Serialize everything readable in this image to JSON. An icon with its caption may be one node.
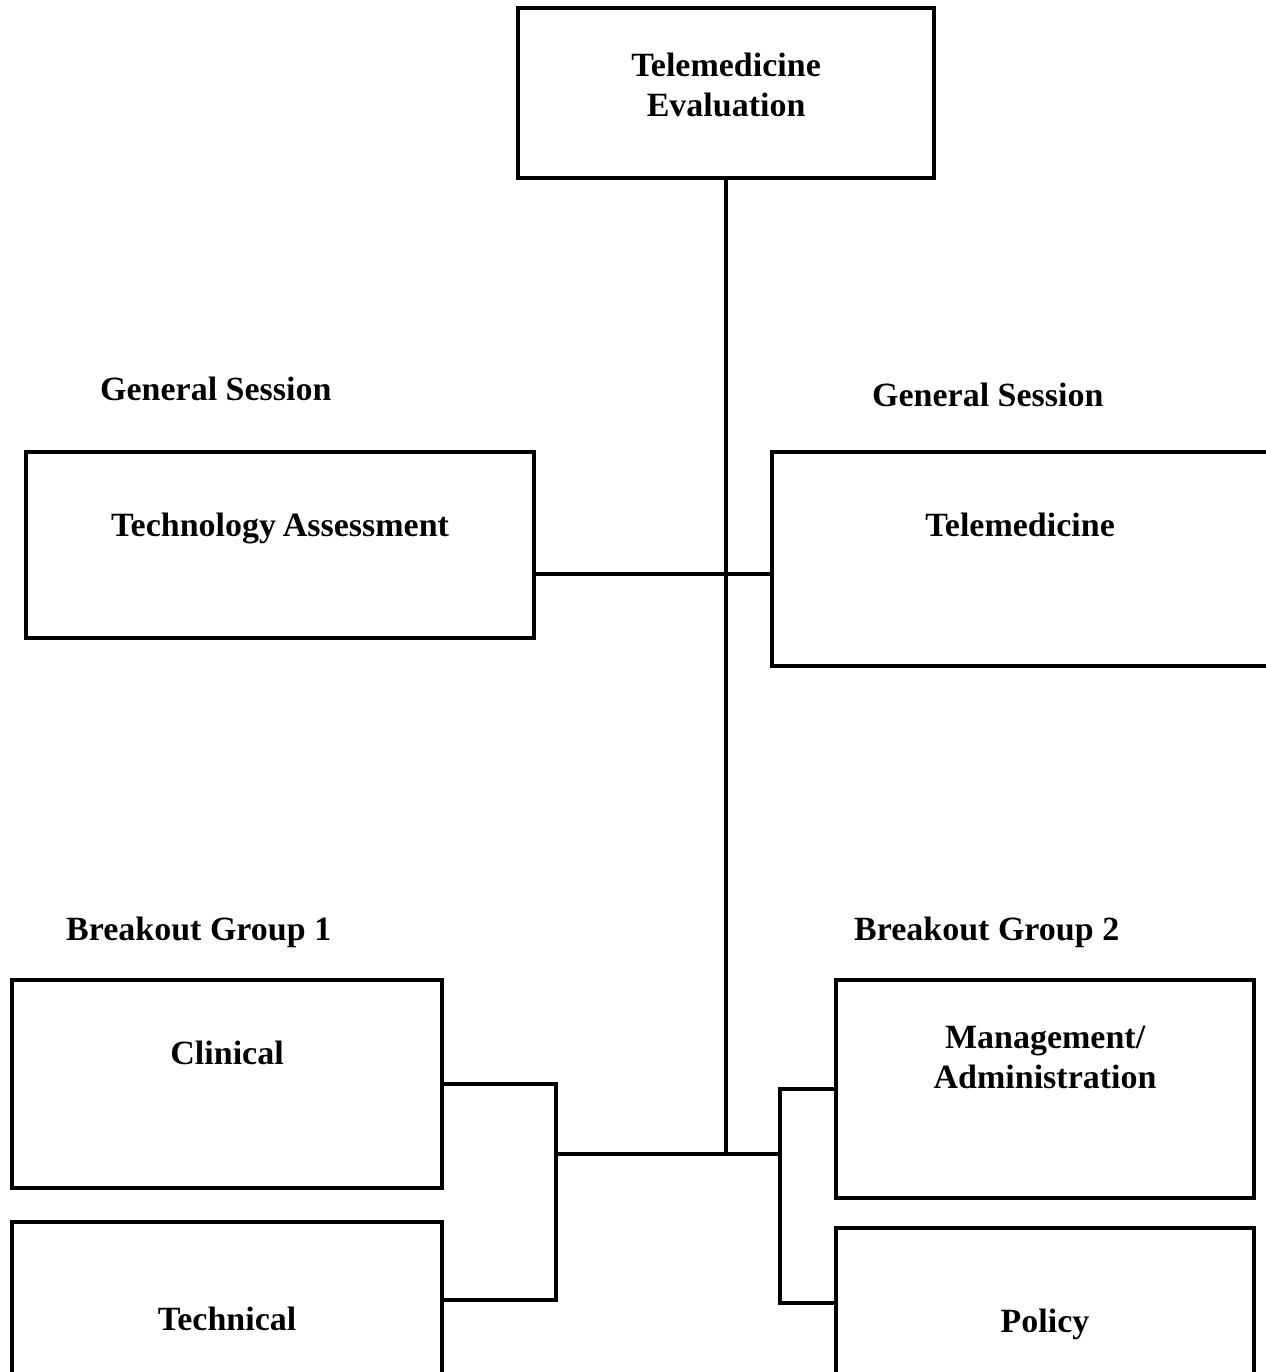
{
  "diagram": {
    "nodes": [
      {
        "text": [
          "Telemedicine Evaluation"
        ]
      },
      {
        "text": [
          "Technology Assessment"
        ]
      },
      {
        "text": [
          "Telemedicine"
        ]
      },
      {
        "text": [
          "Clinical"
        ]
      },
      {
        "text": [
          "Technical"
        ]
      },
      {
        "text": [
          "Management/ Administration"
        ]
      },
      {
        "text": [
          "Policy"
        ]
      }
    ],
    "edges": [
      {
        "from": 0,
        "to": 1,
        "arrow": "none"
      },
      {
        "from": 0,
        "to": 2,
        "arrow": "none"
      },
      {
        "from": 0,
        "to": 3,
        "arrow": "none"
      },
      {
        "from": 0,
        "to": 4,
        "arrow": "none"
      },
      {
        "from": 0,
        "to": 5,
        "arrow": "none"
      },
      {
        "from": 0,
        "to": 6,
        "arrow": "none"
      }
    ],
    "labels": [
      "General Session",
      "General Session",
      "Breakout Group 1",
      "Breakout Group 2"
    ]
  }
}
